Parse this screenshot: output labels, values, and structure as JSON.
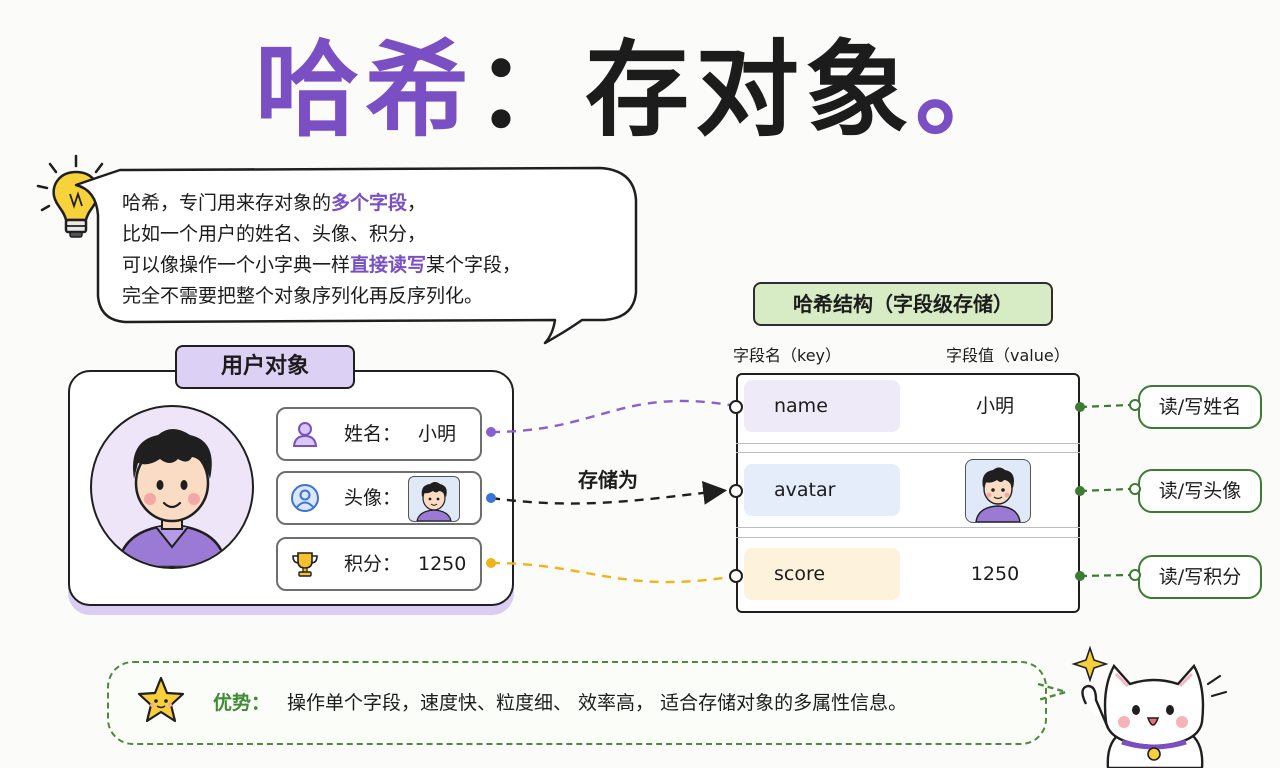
{
  "title": {
    "part1": "哈希",
    "colon": "：",
    "part2": "存对象",
    "dot": "。"
  },
  "bubble": {
    "line1_pre": "哈希，专门用来存对象的",
    "line1_hl": "多个字段",
    "line1_post": "，",
    "line2": "比如一个用户的姓名、头像、积分，",
    "line3_pre": "可以像操作一个小字典一样",
    "line3_hl": "直接读写",
    "line3_post": "某个字段，",
    "line4": "完全不需要把整个对象序列化再反序列化。"
  },
  "user_object": {
    "tag": "用户对象",
    "fields": [
      {
        "label": "姓名：",
        "value": "小明",
        "icon": "person-icon",
        "connector_color": "#8a5fcf"
      },
      {
        "label": "头像：",
        "value": "",
        "icon": "avatar-circle-icon",
        "connector_color": "#3b73d6"
      },
      {
        "label": "积分：",
        "value": "1250",
        "icon": "trophy-icon",
        "connector_color": "#f2b21b"
      }
    ]
  },
  "store_label": "存储为",
  "hash": {
    "tag": "哈希结构（字段级存储）",
    "col_key": "字段名（key）",
    "col_value": "字段值（value）",
    "rows": [
      {
        "key": "name",
        "value": "小明",
        "key_bg": "#efeaf8",
        "op": "读/写姓名"
      },
      {
        "key": "avatar",
        "value": "",
        "key_bg": "#e4edf9",
        "op": "读/写头像"
      },
      {
        "key": "score",
        "value": "1250",
        "key_bg": "#fdf3dc",
        "op": "读/写积分"
      }
    ]
  },
  "advantage": {
    "title": "优势：",
    "text": "操作单个字段，速度快、粒度细、 效率高， 适合存储对象的多属性信息。"
  },
  "colors": {
    "purple": "#7a4fc4",
    "green": "#3f8a34",
    "blue": "#3b73d6",
    "gold": "#f2b21b"
  }
}
